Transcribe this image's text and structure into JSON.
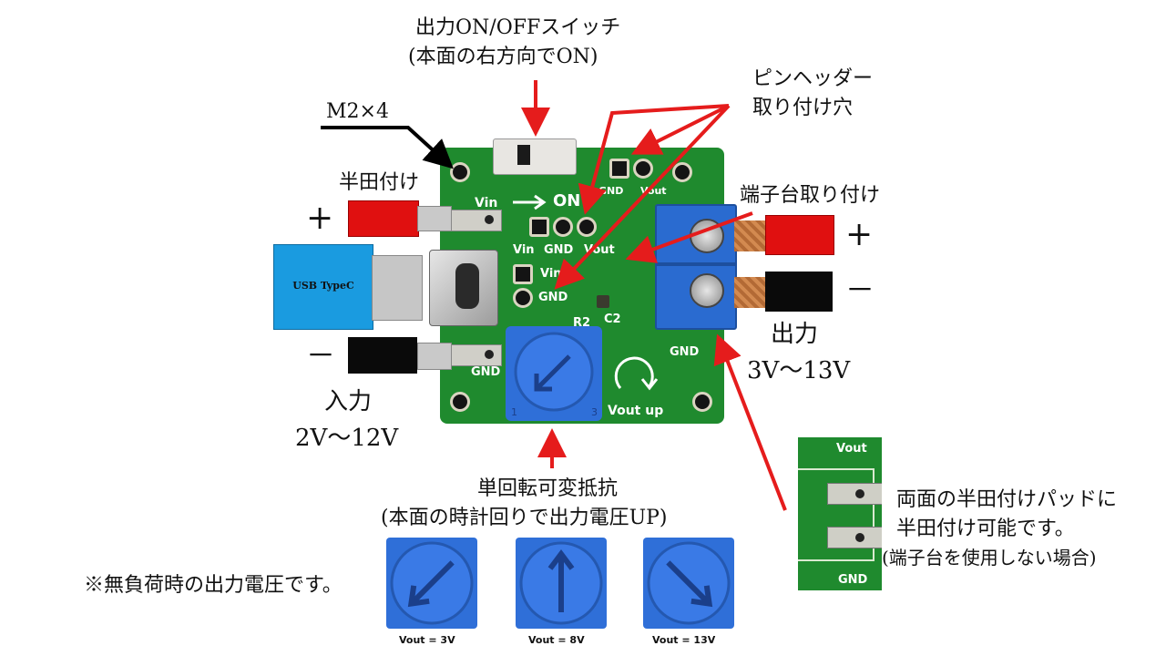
{
  "top_switch": {
    "line1": "出力ON/OFFスイッチ",
    "line2": "(本面の右方向でON)"
  },
  "screw": {
    "label": "M2×4"
  },
  "pin_header": {
    "line1": "ピンヘッダー",
    "line2": "取り付け穴"
  },
  "solder_input": {
    "label": "半田付け"
  },
  "terminal": {
    "label": "端子台取り付け"
  },
  "input": {
    "plus": "+",
    "minus": "－",
    "usb_label": "USB TypeC",
    "title": "入力",
    "range": "2V〜12V"
  },
  "output": {
    "plus": "+",
    "minus": "－",
    "title": "出力",
    "range": "3V〜13V"
  },
  "pcb": {
    "vin": "Vin",
    "on": "ON",
    "gnd": "GND",
    "vout": "Vout",
    "r2": "R2",
    "c2": "C2",
    "vout_up": "Vout up",
    "pot_scale_1": "1",
    "pot_scale_3": "3"
  },
  "potentiometer": {
    "line1": "単回転可変抵抗",
    "line2": "(本面の時計回りで出力電圧UP)",
    "note": "※無負荷時の出力電圧です。",
    "samples": [
      {
        "caption": "Vout = 3V",
        "angle": -135
      },
      {
        "caption": "Vout = 8V",
        "angle": 0
      },
      {
        "caption": "Vout = 13V",
        "angle": 135
      }
    ]
  },
  "pad_inset": {
    "vout": "Vout",
    "gnd": "GND",
    "line1": "両面の半田付けパッドに",
    "line2": "半田付け可能です。",
    "line3": "(端子台を使用しない場合)"
  },
  "colors": {
    "arrow": "#e51c1c",
    "pcb": "#1f8a2e",
    "pot": "#2f6fd8",
    "usb": "#1a9be0",
    "wire_red": "#e01010",
    "wire_black": "#0a0a0a",
    "terminal_block": "#2a6bd0"
  }
}
